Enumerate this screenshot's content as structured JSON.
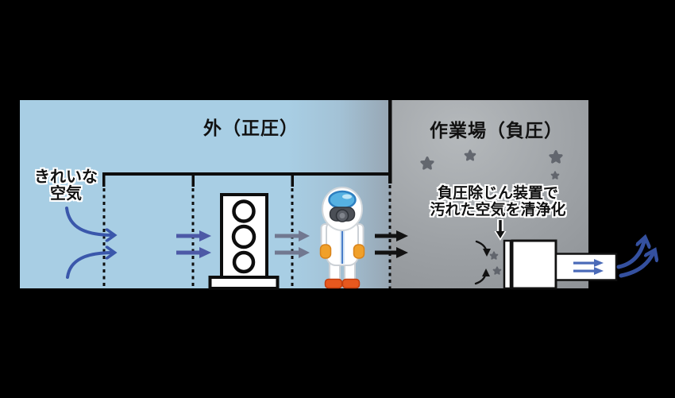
{
  "scene": {
    "background_color": "#000000",
    "zones": {
      "outside": {
        "label": "外（正圧）",
        "fill": "#a8cee4"
      },
      "workshop": {
        "label": "作業場（負圧）",
        "fill_center": "#b5b9bc",
        "fill_edge": "#8a8e92"
      }
    },
    "labels": {
      "clean_air": {
        "line1": "きれいな",
        "line2": "空気"
      },
      "device_note": {
        "line1": "負圧除じん装置で",
        "line2": "汚れた空気を清浄化"
      }
    },
    "colors": {
      "inflow_arrows": "#3a57ab",
      "booth_arrows": "#4d59a6",
      "fan_outlet_arrows": "#717890",
      "boundary_arrows": "#121212",
      "duct_arrows": "#4a6ab8",
      "exhaust_arrows": "#34509f",
      "dust_particles": "#5d6169",
      "suit_gloves": "#f0a02a",
      "suit_boots": "#e8581e",
      "visor": "#56b1e2"
    }
  }
}
